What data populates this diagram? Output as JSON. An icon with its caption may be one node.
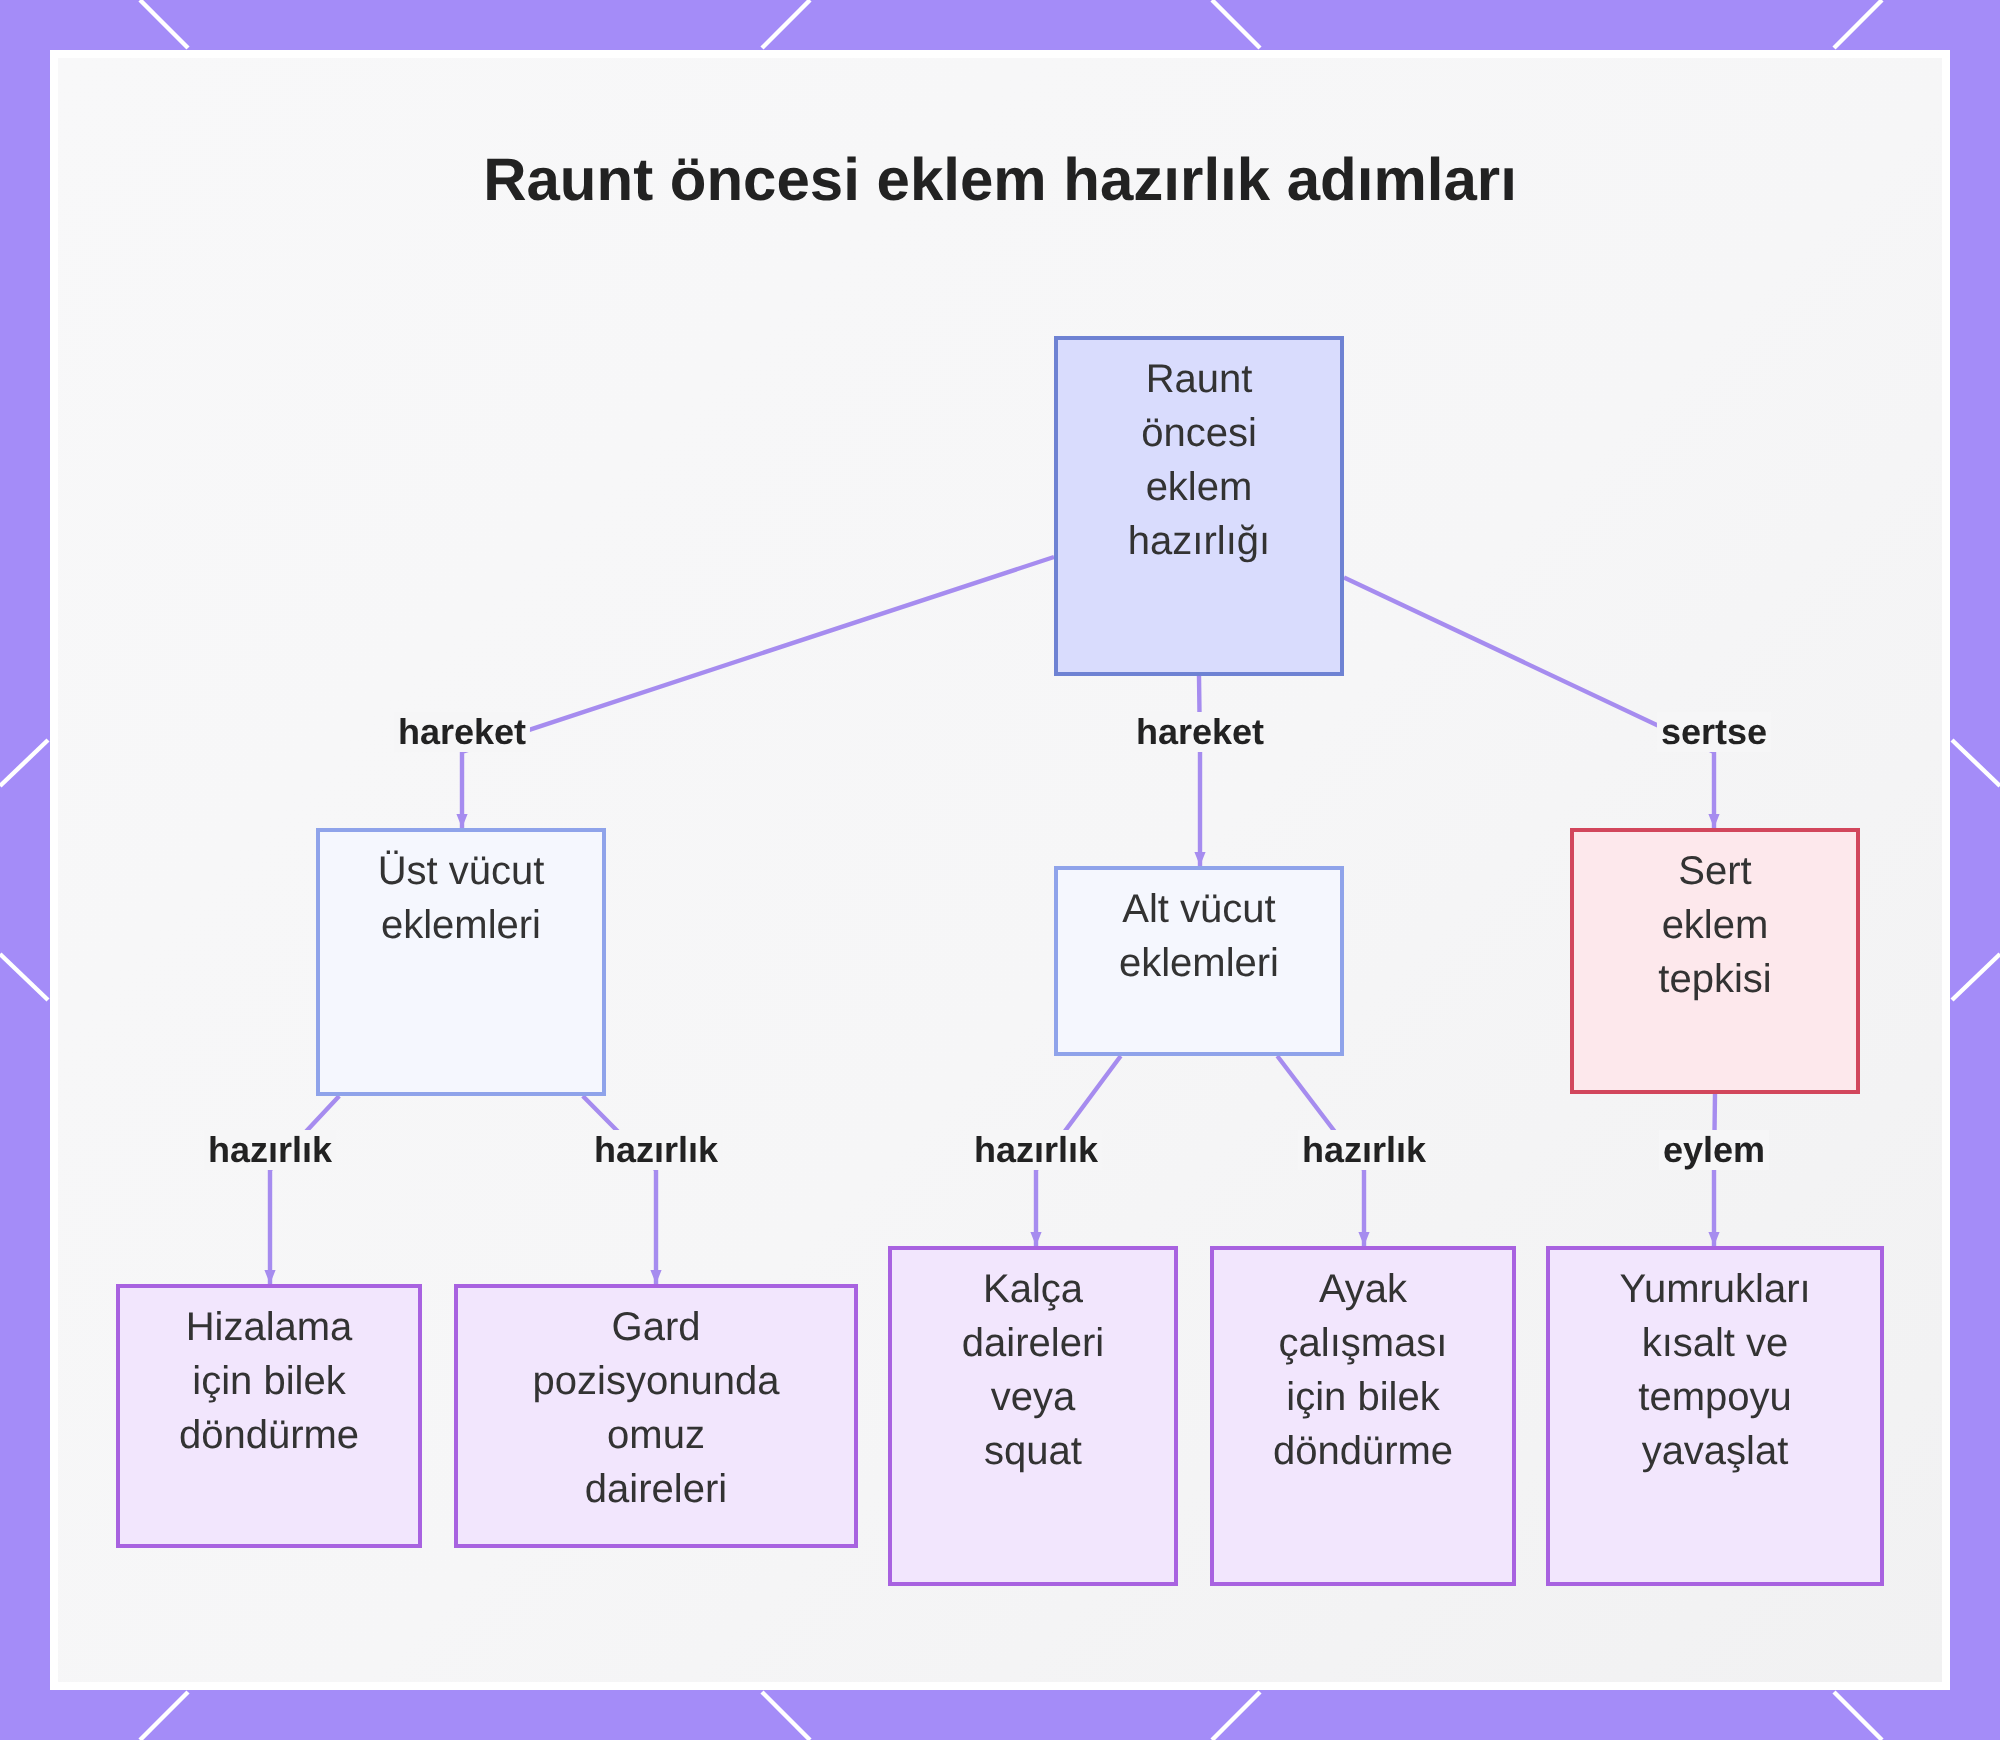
{
  "diagram": {
    "title": "Raunt öncesi eklem hazırlık adımları",
    "nodes": [
      {
        "text": [
          "Raunt öncesi eklem hazırlığı"
        ]
      },
      {
        "text": [
          "Üst vücut eklemleri"
        ]
      },
      {
        "text": [
          "Alt vücut eklemleri"
        ]
      },
      {
        "text": [
          "Sert eklem tepkisi"
        ]
      },
      {
        "text": [
          "Hizalama için bilek döndürme"
        ]
      },
      {
        "text": [
          "Gard pozisyonunda omuz daireleri"
        ]
      },
      {
        "text": [
          "Kalça daireleri veya squat"
        ]
      },
      {
        "text": [
          "Ayak çalışması için bilek döndürme"
        ]
      },
      {
        "text": [
          "Yumrukları kısalt ve tempoyu yavaşlat"
        ]
      }
    ],
    "edges": [
      {
        "from": 0,
        "to": 1,
        "arrow": "to",
        "label": "hareket"
      },
      {
        "from": 0,
        "to": 2,
        "arrow": "to",
        "label": "hareket"
      },
      {
        "from": 0,
        "to": 3,
        "arrow": "to",
        "label": "sertse"
      },
      {
        "from": 1,
        "to": 4,
        "arrow": "to",
        "label": "hazırlık"
      },
      {
        "from": 1,
        "to": 5,
        "arrow": "to",
        "label": "hazırlık"
      },
      {
        "from": 2,
        "to": 6,
        "arrow": "to",
        "label": "hazırlık"
      },
      {
        "from": 2,
        "to": 7,
        "arrow": "to",
        "label": "hazırlık"
      },
      {
        "from": 3,
        "to": 8,
        "arrow": "to",
        "label": "eylem"
      }
    ]
  }
}
